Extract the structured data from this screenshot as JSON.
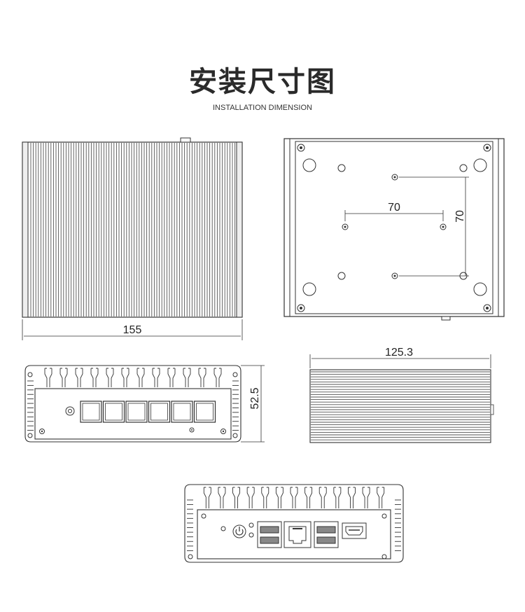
{
  "header": {
    "title": "安装尺寸图",
    "subtitle": "INSTALLATION DIMENSION"
  },
  "dimensions": {
    "top_width": "155",
    "mount_horizontal": "70",
    "mount_vertical": "70",
    "front_height": "52.5",
    "side_depth": "125.3"
  },
  "colors": {
    "line": "#333333",
    "fin": "#555555",
    "background": "#ffffff"
  }
}
